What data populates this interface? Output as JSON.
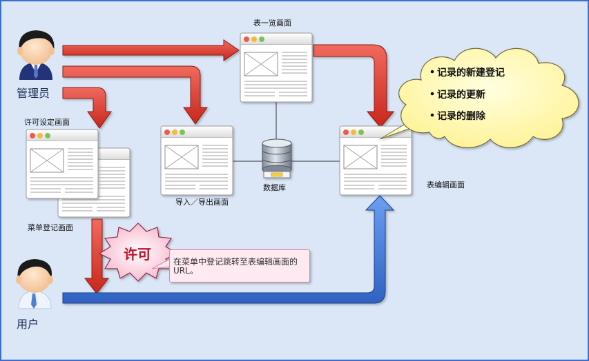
{
  "actors": {
    "admin": "管理员",
    "user": "用户"
  },
  "screens": {
    "table_list": "表一览画面",
    "permission": "许可设定画面",
    "menu_register": "菜单登记画面",
    "import_export": "导入／导出画面",
    "table_edit": "表编辑画面"
  },
  "database": "数据库",
  "cloud_items": [
    "记录的新建登记",
    "记录的更新",
    "记录的删除"
  ],
  "permission_burst": "许可",
  "note": "在菜单中登记跳转至表编辑画面的URL。",
  "colors": {
    "admin_arrow": "#e23a2e",
    "user_arrow": "#3f79d6",
    "background": "#dbe7f7",
    "frame": "#3a6fd0"
  }
}
